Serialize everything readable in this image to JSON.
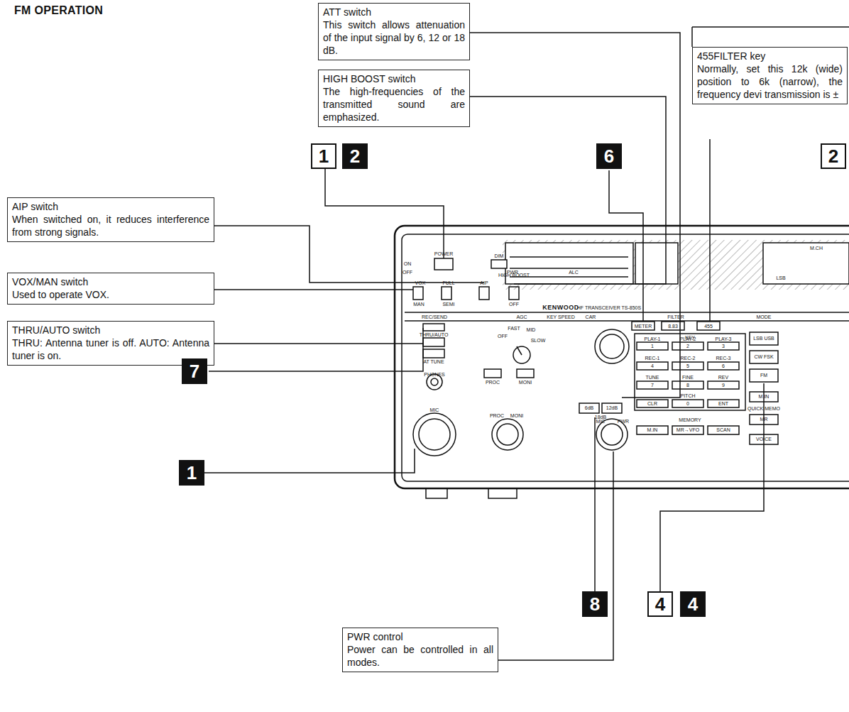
{
  "diagram": {
    "title": "FM OPERATION",
    "nodes": [
      {
        "text": [
          "ATT switch",
          "This switch allows attenuation of the input signal by 6, 12 or 18 dB."
        ]
      },
      {
        "text": [
          "HIGH BOOST switch",
          "The high-frequencies of the transmitted sound are emphasized."
        ]
      },
      {
        "text": [
          "455FILTER key",
          "Normally, set this 12k (wide) position to 6k (narrow), the frequency devi transmission is ±"
        ]
      },
      {
        "text": [
          "AIP switch",
          "When switched on, it reduces interference from strong signals."
        ]
      },
      {
        "text": [
          "VOX/MAN switch",
          "Used to operate VOX."
        ]
      },
      {
        "text": [
          "THRU/AUTO switch",
          "THRU: Antenna tuner is off. AUTO: Antenna tuner is on."
        ]
      },
      {
        "text": [
          "PWR control",
          "Power can be controlled in all modes."
        ]
      }
    ],
    "labels": [
      "1",
      "2",
      "6",
      "2",
      "7",
      "1",
      "8",
      "4",
      "4",
      "POWER",
      "ON",
      "OFF",
      "DIM",
      "VOX",
      "FULL",
      "AIP",
      "HIGH BOOST",
      "MAN",
      "SEMI",
      "OFF",
      "KENWOOD",
      "HF TRANSCEIVER TS-850S",
      "REC/SEND",
      "AGC",
      "KEY SPEED",
      "CAR",
      "FILTER",
      "MODE",
      "THRU/AUTO",
      "AT TUNE",
      "PHONES",
      "MIC",
      "OFF",
      "FAST",
      "MID",
      "SLOW",
      "PROC",
      "MONI",
      "PROC",
      "MONI",
      "MIC",
      "PWR",
      "METER",
      "8.83",
      "455",
      "KEY",
      "PLAY-1",
      "PLAY-2",
      "PLAY-3",
      "1",
      "2",
      "3",
      "REC-1",
      "REC-2",
      "REC-3",
      "4",
      "5",
      "6",
      "TUNE",
      "FINE",
      "REV",
      "7",
      "8",
      "9",
      "PITCH",
      "CLR",
      "0",
      "ENT",
      "MEMORY",
      "M.IN",
      "MR→VFO",
      "SCAN",
      "LSB USB",
      "CW FSK",
      "FM",
      "M.IN",
      "QUICK MEMO",
      "MR",
      "VOICE",
      "6dB",
      "12dB",
      "18dB",
      "PWR",
      "ALC",
      "LSB",
      "M.CH"
    ]
  }
}
